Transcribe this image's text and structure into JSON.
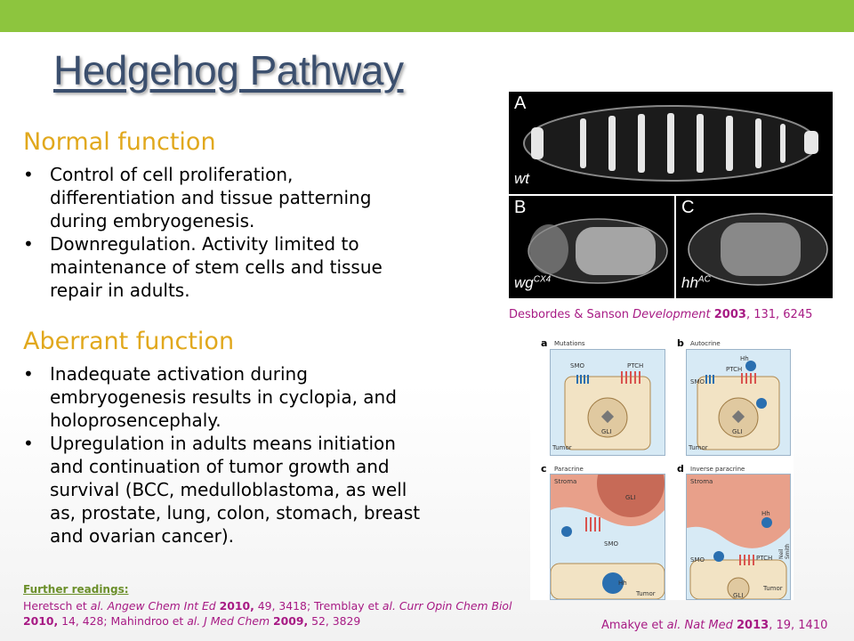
{
  "title": "Hedgehog Pathway",
  "normal": {
    "heading": "Normal function",
    "bullets": [
      "Control of cell proliferation, differentiation and tissue patterning during embryogenesis.",
      "Downregulation. Activity limited to maintenance of stem cells and tissue repair in adults."
    ]
  },
  "aberrant": {
    "heading": "Aberrant function",
    "bullets": [
      "Inadequate activation during embryogenesis results in cyclopia, and holoprosencephaly.",
      "Upregulation in adults means initiation and continuation of tumor growth and survival (BCC, medulloblastoma, as well as, prostate, lung, colon, stomach, breast and ovarian cancer)."
    ]
  },
  "further": {
    "heading": "Further readings:",
    "ref1_authors": "Heretsch et ",
    "ref1_al": "al. Angew Chem Int Ed",
    "ref1_year": "2010,",
    "ref1_rest": " 49, 3418; Tremblay et ",
    "ref2_al": "al. Curr Opin Chem Biol",
    "ref2_year": "2010,",
    "ref2_rest": " 14, 428; Mahindroo et ",
    "ref3_al": "al. J Med Chem",
    "ref3_year": "2009,",
    "ref3_rest": " 52, 3829"
  },
  "figure_top": {
    "panel_a": "A",
    "panel_a_sub": "wt",
    "panel_b": "B",
    "panel_b_sub": "wg",
    "panel_b_sup": "CX4",
    "panel_c": "C",
    "panel_c_sub": "hh",
    "panel_c_sup": "AC",
    "caption_authors": "Desbordes & Sanson ",
    "caption_journal": "Development",
    "caption_year": "2003",
    "caption_rest": ", 131, 6245"
  },
  "figure_bottom": {
    "panels": [
      {
        "letter": "a",
        "label": "Mutations"
      },
      {
        "letter": "b",
        "label": "Autocrine"
      },
      {
        "letter": "c",
        "label": "Paracrine"
      },
      {
        "letter": "d",
        "label": "Inverse paracrine"
      }
    ],
    "labels": {
      "smo": "SMO",
      "ptch": "PTCH",
      "gli": "GLI",
      "tumor": "Tumor",
      "stroma": "Stroma",
      "hh": "Hh",
      "author": "Neil Smith"
    },
    "caption_authors": "Amakye et ",
    "caption_journal": "al. Nat Med",
    "caption_year": "2013",
    "caption_rest": ", 19, 1410"
  },
  "colors": {
    "accent_bar": "#8dc53e",
    "heading": "#e1a81d",
    "reference": "#a71a84",
    "title": "#3b4f6e"
  }
}
